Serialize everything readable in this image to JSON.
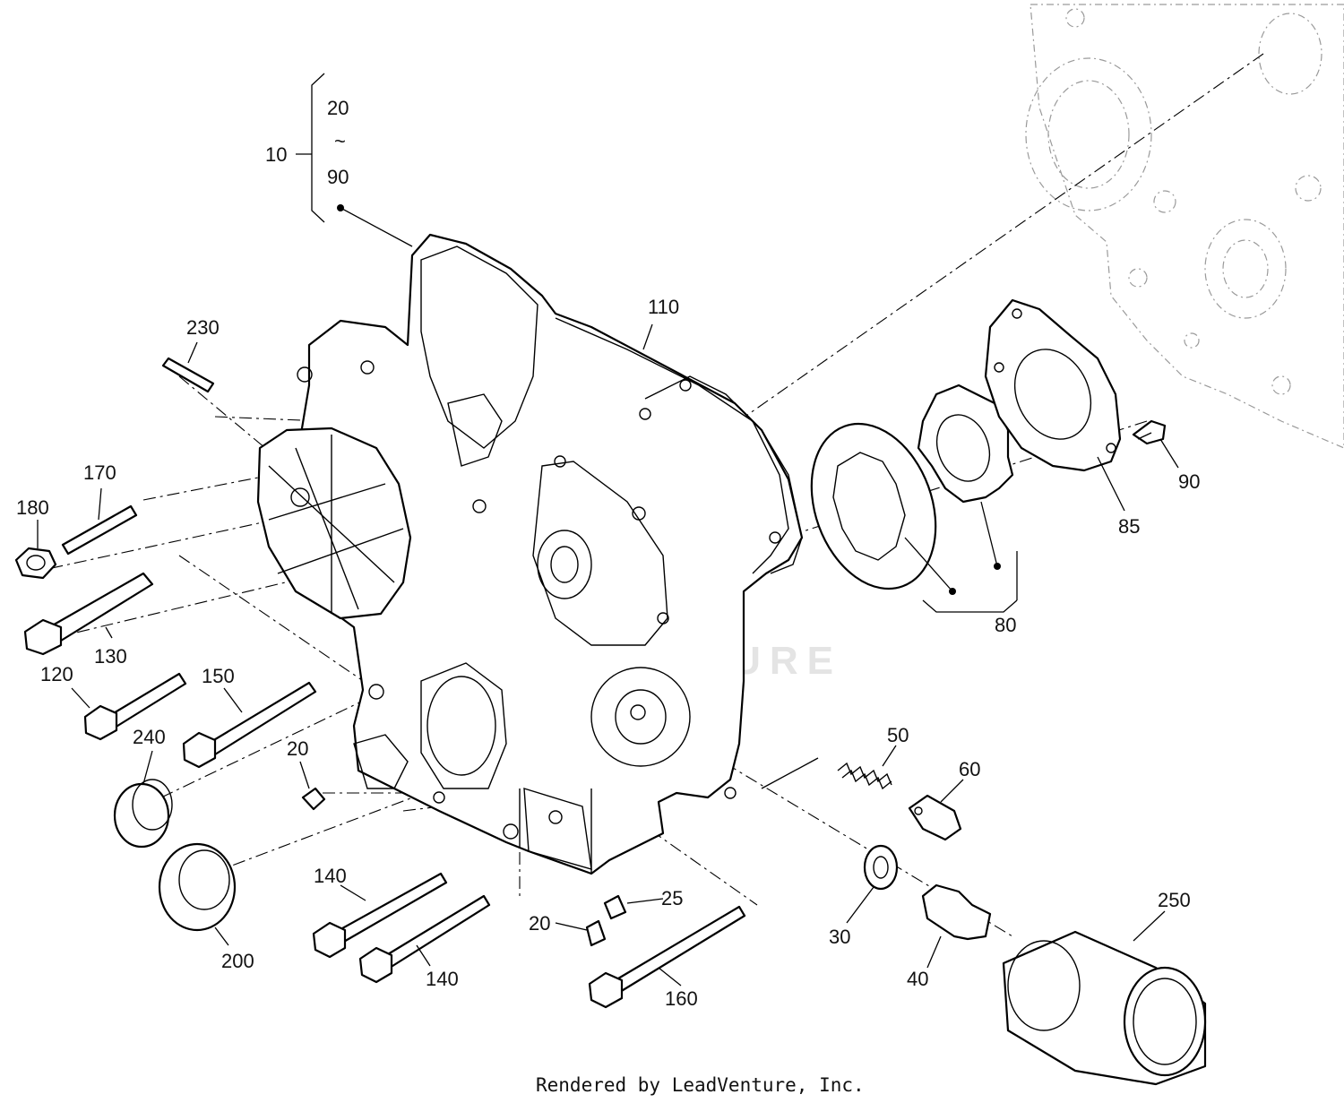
{
  "diagram": {
    "watermark": "LEADVENTURE",
    "footer": "Rendered by LeadVenture, Inc.",
    "bracket_top": {
      "label": "10",
      "range_start": "20",
      "range_symbol": "~",
      "range_end": "90"
    },
    "labels": {
      "p230": "230",
      "p110": "110",
      "p170": "170",
      "p180": "180",
      "p130": "130",
      "p120": "120",
      "p150": "150",
      "p240": "240",
      "p20a": "20",
      "p200": "200",
      "p140a": "140",
      "p140b": "140",
      "p20b": "20",
      "p25": "25",
      "p160": "160",
      "p50": "50",
      "p60": "60",
      "p30": "30",
      "p40": "40",
      "p250": "250",
      "p80": "80",
      "p85": "85",
      "p90": "90"
    },
    "colors": {
      "line": "#000000",
      "ghost": "#9a9a9a",
      "background": "#ffffff"
    }
  }
}
